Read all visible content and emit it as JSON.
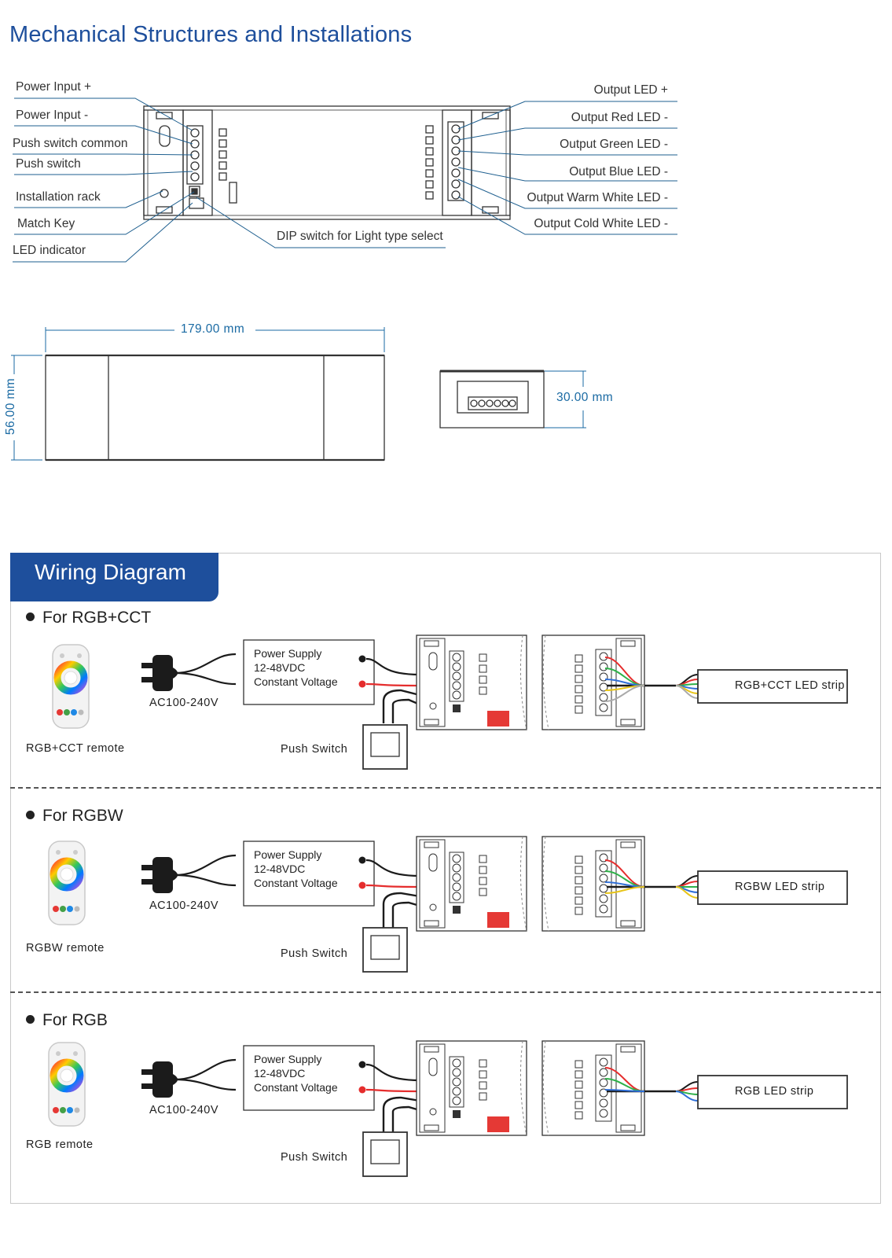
{
  "title": "Mechanical Structures and Installations",
  "mechanical": {
    "left_labels": [
      "Power Input +",
      "Power Input -",
      "Push switch common",
      "Push switch",
      "Installation rack",
      "Match Key",
      "LED indicator"
    ],
    "right_labels": [
      "Output LED +",
      "Output Red LED -",
      "Output Green LED -",
      "Output Blue LED -",
      "Output Warm White LED -",
      "Output Cold White LED -"
    ],
    "dip_label": "DIP switch for Light type select"
  },
  "dimensions": {
    "length": "179.00 mm",
    "width": "56.00 mm",
    "height": "30.00 mm"
  },
  "wiring": {
    "title": "Wiring Diagram",
    "sections": [
      {
        "title": "For RGB+CCT",
        "remote": "RGB+CCT remote",
        "strip": "RGB+CCT LED strip"
      },
      {
        "title": "For RGBW",
        "remote": "RGBW remote",
        "strip": "RGBW LED strip"
      },
      {
        "title": "For RGB",
        "remote": "RGB remote",
        "strip": "RGB LED strip"
      }
    ],
    "power_supply": [
      "Power Supply",
      "12-48VDC",
      "Constant Voltage"
    ],
    "mains": "AC100-240V",
    "push_switch": "Push Switch"
  },
  "colors": {
    "brand_blue": "#1e4f9c",
    "dimension_blue": "#1a6aa3",
    "wire_red": "#e52d2d",
    "wire_green": "#2fb14a",
    "wire_blue": "#2f6fd8",
    "wire_yellow": "#e8c51a"
  }
}
